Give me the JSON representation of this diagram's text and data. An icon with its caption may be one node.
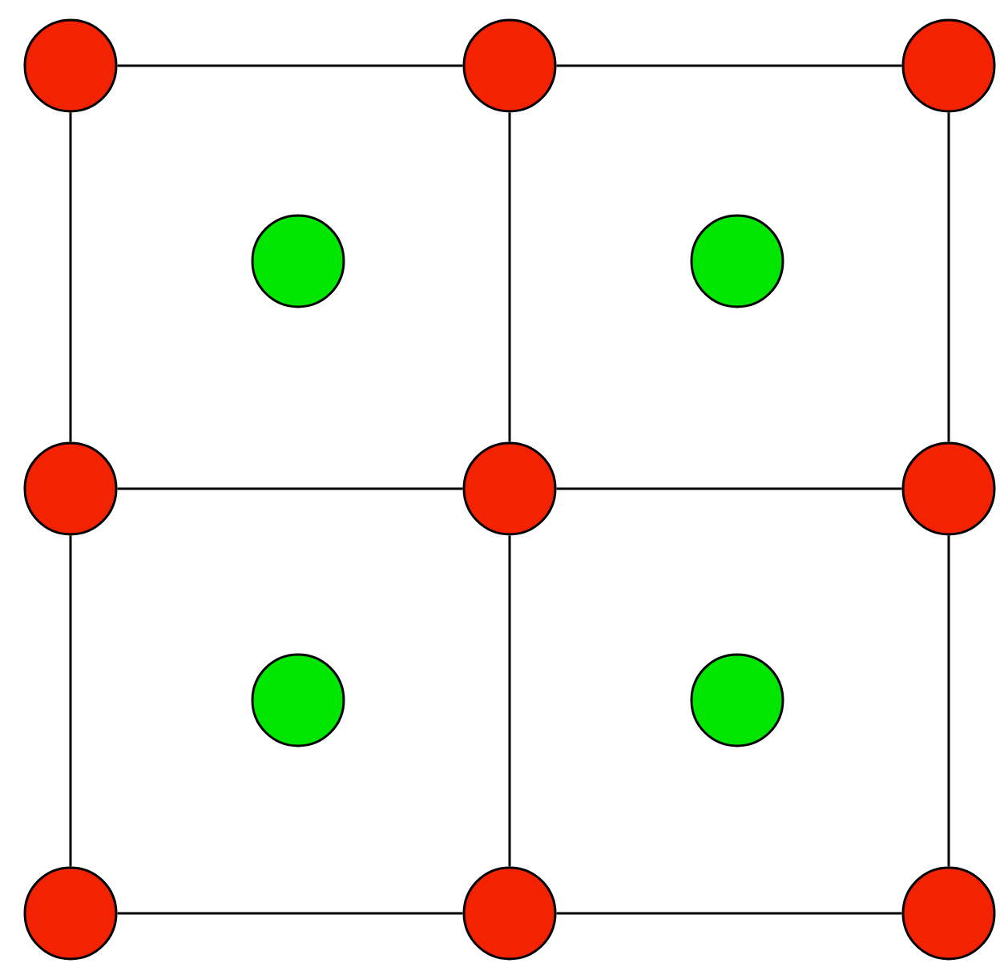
{
  "diagram": {
    "nodes": [
      {
        "text": [],
        "shape": "circle"
      },
      {
        "text": [],
        "shape": "circle"
      },
      {
        "text": [],
        "shape": "circle"
      },
      {
        "text": [],
        "shape": "circle"
      },
      {
        "text": [],
        "shape": "circle"
      },
      {
        "text": [],
        "shape": "circle"
      },
      {
        "text": [],
        "shape": "circle"
      },
      {
        "text": [],
        "shape": "circle"
      },
      {
        "text": [],
        "shape": "circle"
      },
      {
        "text": [],
        "shape": "circle"
      },
      {
        "text": [],
        "shape": "circle"
      },
      {
        "text": [],
        "shape": "circle"
      },
      {
        "text": [],
        "shape": "circle"
      }
    ],
    "edges": [
      {
        "from": 0,
        "to": 1,
        "arrow": "none"
      },
      {
        "from": 1,
        "to": 2,
        "arrow": "none"
      },
      {
        "from": 0,
        "to": 5,
        "arrow": "none"
      },
      {
        "from": 1,
        "to": 6,
        "arrow": "none"
      },
      {
        "from": 2,
        "to": 7,
        "arrow": "none"
      },
      {
        "from": 5,
        "to": 6,
        "arrow": "none"
      },
      {
        "from": 6,
        "to": 7,
        "arrow": "none"
      },
      {
        "from": 5,
        "to": 10,
        "arrow": "none"
      },
      {
        "from": 6,
        "to": 11,
        "arrow": "none"
      },
      {
        "from": 7,
        "to": 12,
        "arrow": "none"
      },
      {
        "from": 10,
        "to": 11,
        "arrow": "none"
      },
      {
        "from": 11,
        "to": 12,
        "arrow": "none"
      }
    ]
  }
}
